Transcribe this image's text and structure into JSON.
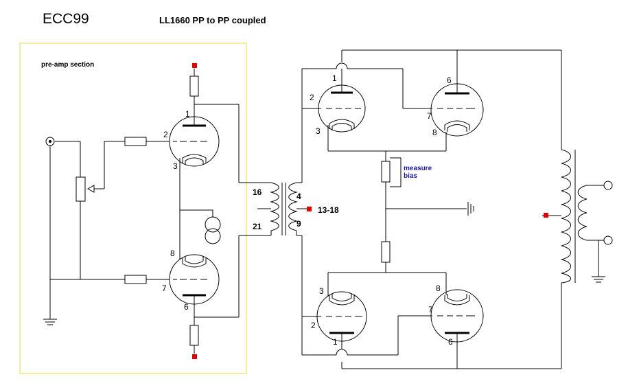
{
  "header": {
    "title": "ECC99",
    "subtitle": "LL1660  PP to PP coupled"
  },
  "preamp": {
    "section_label": "pre-amp section"
  },
  "transformer": {
    "pin_top_left": "16",
    "pin_bottom_left": "21",
    "pin_top_right": "4",
    "pin_bottom_right": "9",
    "center_tap": "13-18"
  },
  "bias": {
    "line1": "measure",
    "line2": "bias"
  },
  "pins": {
    "pre_top": [
      "1",
      "2",
      "3"
    ],
    "pre_bottom": [
      "8",
      "7",
      "6"
    ],
    "out_top_left": [
      "1",
      "2",
      "3"
    ],
    "out_top_right": [
      "6",
      "7",
      "8"
    ],
    "out_bottom_left": [
      "3",
      "2",
      "1"
    ],
    "out_bottom_right": [
      "8",
      "7",
      "6"
    ]
  },
  "colors": {
    "dc_point": "#dd0000",
    "section_box": "#e8e060",
    "bias_text": "#1a1a99"
  }
}
